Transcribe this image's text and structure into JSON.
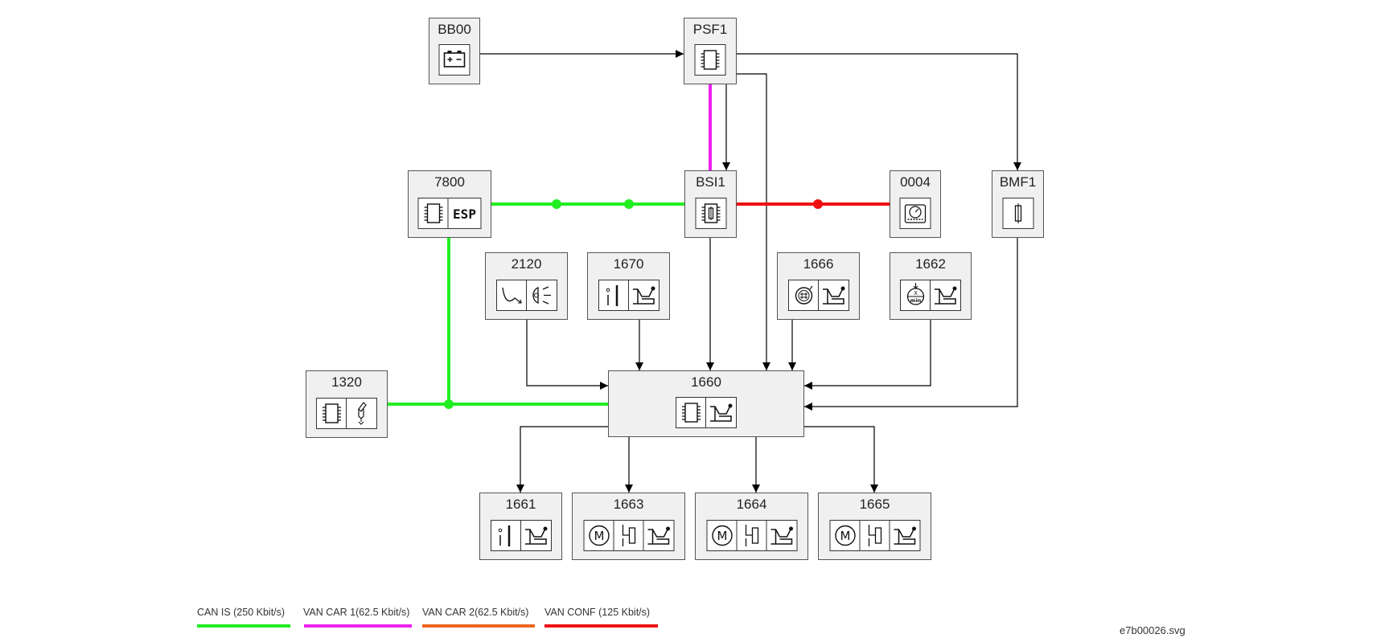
{
  "nodes": {
    "BB00": {
      "label": "BB00",
      "icons": [
        "battery-icon"
      ]
    },
    "PSF1": {
      "label": "PSF1",
      "icons": [
        "ecu-chip-icon"
      ]
    },
    "n7800": {
      "label": "7800",
      "icons": [
        "ecu-chip-icon",
        "esp-icon"
      ],
      "icon_text": "ESP"
    },
    "BSI1": {
      "label": "BSI1",
      "icons": [
        "ecu-fuse-icon"
      ]
    },
    "n0004": {
      "label": "0004",
      "icons": [
        "instrument-panel-icon"
      ]
    },
    "BMF1": {
      "label": "BMF1",
      "icons": [
        "fuse-icon"
      ]
    },
    "n2120": {
      "label": "2120",
      "icons": [
        "light-sensor-icon",
        "headlamp-icon"
      ]
    },
    "n1670": {
      "label": "1670",
      "icons": [
        "switch-icon",
        "horn-icon"
      ]
    },
    "n1666": {
      "label": "1666",
      "icons": [
        "rain-sensor-icon",
        "horn-icon"
      ]
    },
    "n1662": {
      "label": "1662",
      "icons": [
        "speed-selector-icon",
        "horn-icon"
      ],
      "icon_text_top": "X",
      "icon_text_bottom": "min"
    },
    "n1320": {
      "label": "1320",
      "icons": [
        "ecu-chip-icon",
        "injector-icon"
      ]
    },
    "n1660": {
      "label": "1660",
      "icons": [
        "ecu-chip-icon",
        "horn-icon"
      ]
    },
    "n1661": {
      "label": "1661",
      "icons": [
        "switch-icon",
        "horn-icon"
      ]
    },
    "n1663": {
      "label": "1663",
      "icons": [
        "motor-icon",
        "relay-icon",
        "horn-icon"
      ],
      "icon_text": "M"
    },
    "n1664": {
      "label": "1664",
      "icons": [
        "motor-icon",
        "relay-icon",
        "horn-icon"
      ],
      "icon_text": "M"
    },
    "n1665": {
      "label": "1665",
      "icons": [
        "motor-icon",
        "relay-icon",
        "horn-icon"
      ],
      "icon_text": "M"
    }
  },
  "connections": [
    {
      "from": "BB00",
      "to": "PSF1",
      "type": "wire"
    },
    {
      "from": "PSF1",
      "to": "BSI1",
      "type": "wire"
    },
    {
      "from": "PSF1",
      "to": "BSI1",
      "type": "VAN CAR 1"
    },
    {
      "from": "PSF1",
      "to": "BMF1",
      "type": "wire"
    },
    {
      "from": "PSF1",
      "to": "1660",
      "type": "wire"
    },
    {
      "from": "7800",
      "to": "BSI1",
      "type": "CAN IS"
    },
    {
      "from": "BSI1",
      "to": "0004",
      "type": "VAN CONF"
    },
    {
      "from": "1320",
      "to": "1660",
      "type": "CAN IS"
    },
    {
      "from": "7800",
      "to": "1660",
      "type": "CAN IS"
    },
    {
      "from": "BSI1",
      "to": "1660",
      "type": "wire"
    },
    {
      "from": "2120",
      "to": "1660",
      "type": "wire"
    },
    {
      "from": "1670",
      "to": "1660",
      "type": "wire"
    },
    {
      "from": "1666",
      "to": "1660",
      "type": "wire"
    },
    {
      "from": "1662",
      "to": "1660",
      "type": "wire"
    },
    {
      "from": "BMF1",
      "to": "1660",
      "type": "wire"
    },
    {
      "from": "1660",
      "to": "1661",
      "type": "wire"
    },
    {
      "from": "1660",
      "to": "1663",
      "type": "wire"
    },
    {
      "from": "1660",
      "to": "1664",
      "type": "wire"
    },
    {
      "from": "1660",
      "to": "1665",
      "type": "wire"
    }
  ],
  "legend": [
    {
      "label": "CAN IS (250 Kbit/s)",
      "color": "#22ee22"
    },
    {
      "label": "VAN CAR 1(62.5 Kbit/s)",
      "color": "#ee22ee"
    },
    {
      "label": "VAN CAR 2(62.5 Kbit/s)",
      "color": "#ee6622"
    },
    {
      "label": "VAN CONF (125 Kbit/s)",
      "color": "#ee1111"
    }
  ],
  "colors": {
    "wire": "#000000",
    "can_is": "#22ee22",
    "van_car_1": "#ee22ee",
    "van_car_2": "#ee6622",
    "van_conf": "#ee1111"
  },
  "filename": "e7b00026.svg"
}
